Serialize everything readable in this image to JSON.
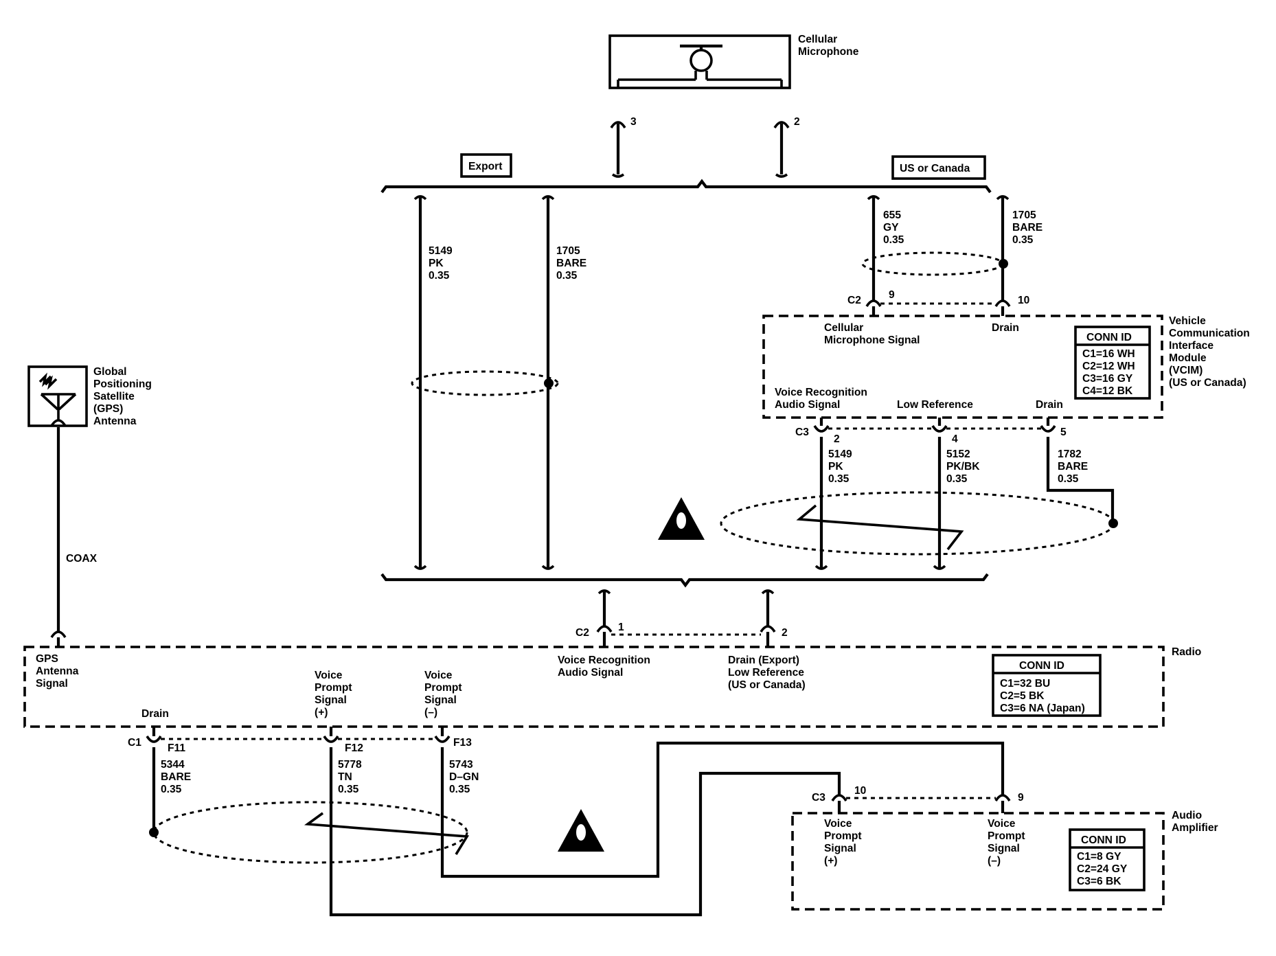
{
  "components": {
    "microphone": {
      "name_lines": [
        "Cellular",
        "Microphone"
      ],
      "pins": {
        "p3": "3",
        "p2": "2"
      }
    },
    "gps": {
      "name_lines": [
        "Global",
        "Positioning",
        "Satellite",
        "(GPS)",
        "Antenna"
      ]
    },
    "vcim": {
      "name_lines": [
        "Vehicle",
        "Communication",
        "Interface",
        "Module",
        "(VCIM)",
        "(US or Canada)"
      ],
      "conn_id": {
        "title": "CONN ID",
        "lines": [
          "C1=16 WH",
          "C2=12 WH",
          "C3=16 GY",
          "C4=12 BK"
        ]
      },
      "labels": {
        "cell_mic": [
          "Cellular",
          "Microphone Signal"
        ],
        "drain_top": "Drain",
        "voice_rec": [
          "Voice Recognition",
          "Audio Signal"
        ],
        "low_ref": "Low Reference",
        "drain_bottom": "Drain"
      },
      "connectors": {
        "c2": "C2",
        "c2_p9": "9",
        "c2_p10": "10",
        "c3": "C3",
        "c3_p2": "2",
        "c3_p4": "4",
        "c3_p5": "5"
      }
    },
    "radio": {
      "name": "Radio",
      "conn_id": {
        "title": "CONN ID",
        "lines": [
          "C1=32 BU",
          "C2=5 BK",
          "C3=6 NA (Japan)"
        ]
      },
      "labels": {
        "gps": [
          "GPS",
          "Antenna",
          "Signal"
        ],
        "drain": "Drain",
        "vp_plus": [
          "Voice",
          "Prompt",
          "Signal",
          "(+)"
        ],
        "vp_minus": [
          "Voice",
          "Prompt",
          "Signal",
          "(–)"
        ],
        "voice_rec": [
          "Voice Recognition",
          "Audio Signal"
        ],
        "drain_low": [
          "Drain (Export)",
          "Low Reference",
          "(US or Canada)"
        ]
      },
      "connectors": {
        "c2": "C2",
        "c2_p1": "1",
        "c2_p2": "2",
        "c1": "C1",
        "f11": "F11",
        "f12": "F12",
        "f13": "F13"
      }
    },
    "amplifier": {
      "name_lines": [
        "Audio",
        "Amplifier"
      ],
      "conn_id": {
        "title": "CONN ID",
        "lines": [
          "C1=8 GY",
          "C2=24 GY",
          "C3=6 BK"
        ]
      },
      "labels": {
        "vp_plus": [
          "Voice",
          "Prompt",
          "Signal",
          "(+)"
        ],
        "vp_minus": [
          "Voice",
          "Prompt",
          "Signal",
          "(–)"
        ]
      },
      "connectors": {
        "c3": "C3",
        "p10": "10",
        "p9": "9"
      }
    }
  },
  "options": {
    "export": "Export",
    "us_canada": "US or Canada"
  },
  "wires": {
    "coax": "COAX",
    "w5149_export": [
      "5149",
      "PK",
      "0.35"
    ],
    "w1705_export": [
      "1705",
      "BARE",
      "0.35"
    ],
    "w655": [
      "655",
      "GY",
      "0.35"
    ],
    "w1705_us": [
      "1705",
      "BARE",
      "0.35"
    ],
    "w5149_us": [
      "5149",
      "PK",
      "0.35"
    ],
    "w5152": [
      "5152",
      "PK/BK",
      "0.35"
    ],
    "w1782": [
      "1782",
      "BARE",
      "0.35"
    ],
    "w5344": [
      "5344",
      "BARE",
      "0.35"
    ],
    "w5778": [
      "5778",
      "TN",
      "0.35"
    ],
    "w5743": [
      "5743",
      "D–GN",
      "0.35"
    ]
  },
  "icons": [
    "warning-triangle-icon",
    "microphone-icon",
    "antenna-icon"
  ]
}
